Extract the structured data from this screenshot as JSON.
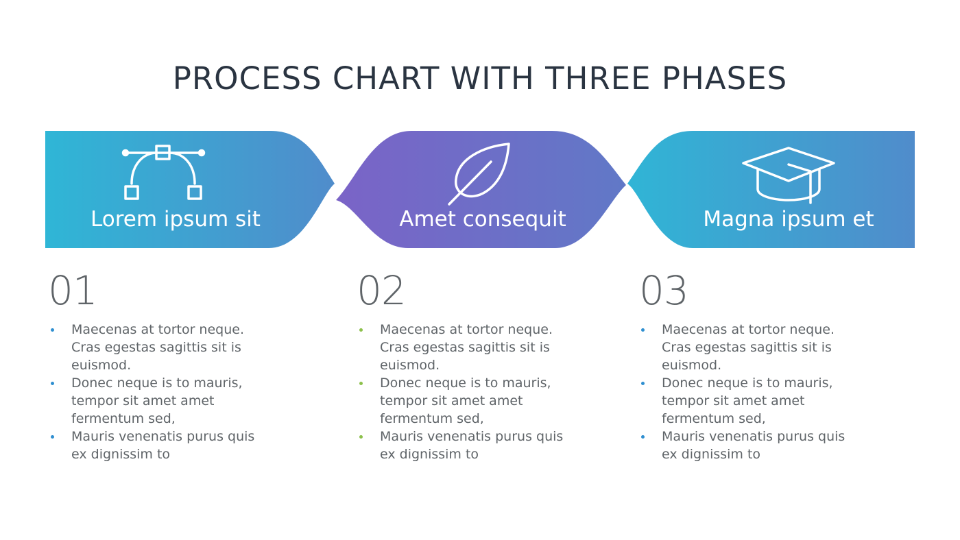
{
  "title": "PROCESS CHART WITH THREE PHASES",
  "colors": {
    "blue_start": "#2fb6d6",
    "blue_end": "#508ccb",
    "purple_start": "#7b63c7",
    "purple_end": "#6079c7",
    "bullet_blue": "#2f8fd0",
    "bullet_green": "#8cc04b",
    "text": "#5f6468",
    "title": "#2a3441"
  },
  "phases": [
    {
      "label": "Lorem ipsum sit",
      "icon": "bezier-pen-tool-icon",
      "number": "01",
      "bullets": [
        "Maecenas at tortor neque. Cras egestas sagittis sit is euismod.",
        "Donec neque is to mauris, tempor sit amet amet fermentum sed,",
        "Mauris venenatis purus quis ex dignissim  to"
      ]
    },
    {
      "label": "Amet consequit",
      "icon": "leaf-icon",
      "number": "02",
      "bullets": [
        "Maecenas at tortor neque. Cras egestas sagittis sit is euismod.",
        "Donec neque is to mauris, tempor sit amet amet fermentum sed,",
        "Mauris venenatis purus quis ex dignissim  to"
      ]
    },
    {
      "label": "Magna ipsum et",
      "icon": "graduation-cap-icon",
      "number": "03",
      "bullets": [
        "Maecenas at tortor neque. Cras egestas sagittis sit is euismod.",
        "Donec neque is to mauris, tempor sit amet amet fermentum sed,",
        "Mauris venenatis purus quis ex dignissim  to"
      ]
    }
  ]
}
